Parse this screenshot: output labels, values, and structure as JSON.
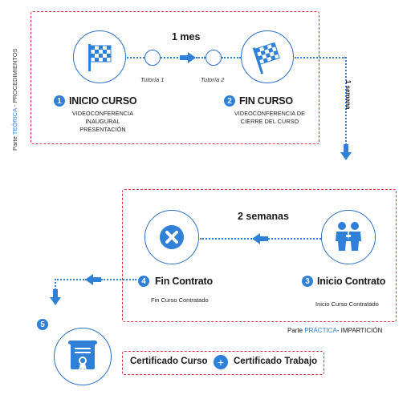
{
  "top": {
    "side_label": {
      "prefix": "Parte ",
      "accent": "TEÓRICA",
      "suffix": " - PROCEDIMIENTOS"
    },
    "duration": "1 mes",
    "tutoria1": "Tutoría 1",
    "tutoria2": "Tutoría 2",
    "step1": {
      "num": "1",
      "title": "INICIO CURSO",
      "line1": "VIDEOCONFERENCIA",
      "line2": "INAUGURAL",
      "line3": "PRESENTACIÓN"
    },
    "step2": {
      "num": "2",
      "title": "FIN CURSO",
      "line1": "VIDEOCONFERENCIA DE",
      "line2": "CIERRE DEL CURSO"
    }
  },
  "connector": {
    "label": "1 semana"
  },
  "bottom": {
    "duration": "2 semanas",
    "step3": {
      "num": "3",
      "title": "Inicio Contrato",
      "caption": "Inicio Curso Contratado"
    },
    "step4": {
      "num": "4",
      "title": "Fin Contrato",
      "caption": "Fin Curso Contratado"
    },
    "side_label": {
      "prefix": "Parte ",
      "accent": "PRÁCTICA",
      "suffix": "- IMPARTICIÓN"
    }
  },
  "step5": {
    "num": "5",
    "cert1": "Certificado Curso",
    "plus": "+",
    "cert2": "Certificado Trabajo"
  },
  "colors": {
    "accent": "#2f80d8",
    "frame": "#d9303a"
  },
  "icons": [
    "checkered-flag-icon",
    "checkered-flag-icon",
    "team-icon",
    "close-icon",
    "certificate-icon",
    "plus-icon",
    "arrow-right-icon",
    "arrow-left-icon",
    "arrow-down-icon"
  ]
}
